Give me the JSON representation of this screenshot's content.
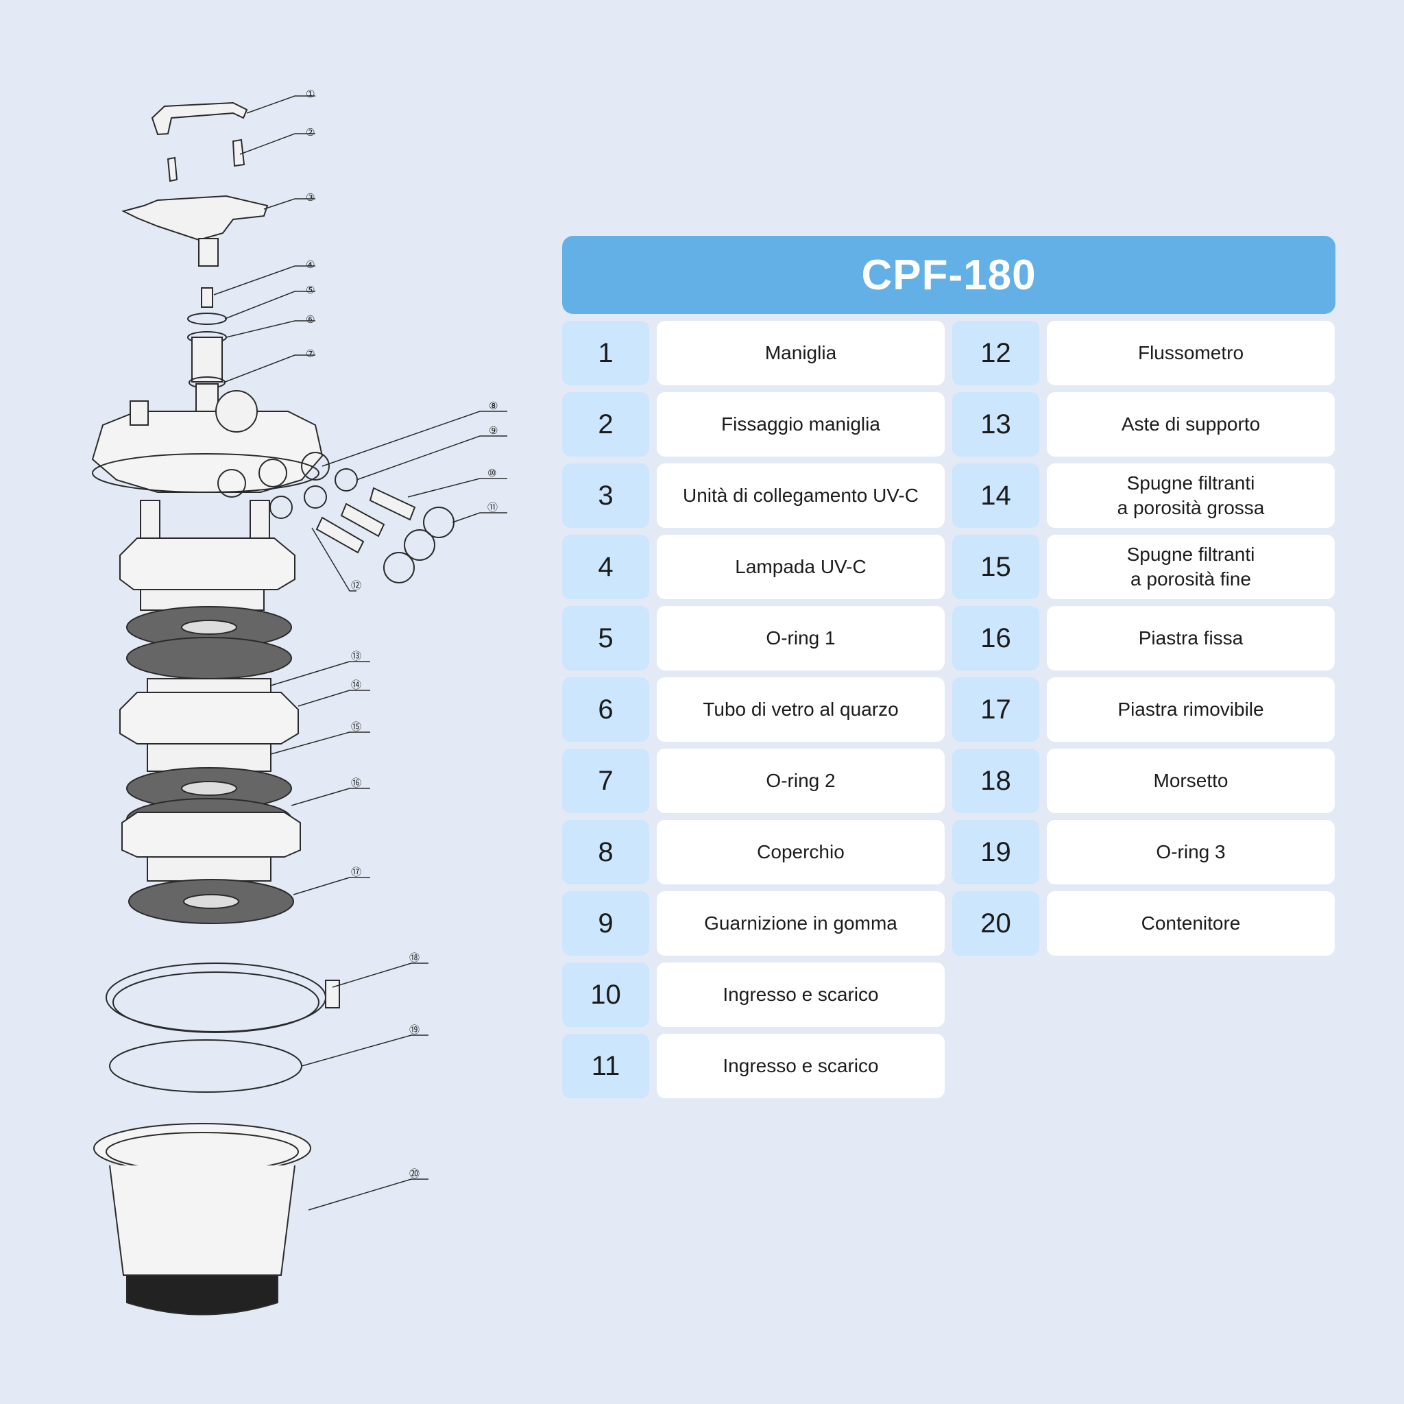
{
  "title": "CPF-180",
  "parts": [
    {
      "num": "1",
      "label": "Maniglia"
    },
    {
      "num": "2",
      "label": "Fissaggio maniglia"
    },
    {
      "num": "3",
      "label": "Unità di collegamento UV-C"
    },
    {
      "num": "4",
      "label": "Lampada UV-C"
    },
    {
      "num": "5",
      "label": "O-ring 1"
    },
    {
      "num": "6",
      "label": "Tubo di vetro al quarzo"
    },
    {
      "num": "7",
      "label": "O-ring 2"
    },
    {
      "num": "8",
      "label": "Coperchio"
    },
    {
      "num": "9",
      "label": "Guarnizione in gomma"
    },
    {
      "num": "10",
      "label": "Ingresso e scarico"
    },
    {
      "num": "11",
      "label": "Ingresso e scarico"
    },
    {
      "num": "12",
      "label": "Flussometro"
    },
    {
      "num": "13",
      "label": "Aste di supporto"
    },
    {
      "num": "14",
      "label": "Spugne filtranti\na porosità grossa"
    },
    {
      "num": "15",
      "label": "Spugne filtranti\na porosità fine"
    },
    {
      "num": "16",
      "label": "Piastra fissa"
    },
    {
      "num": "17",
      "label": "Piastra rimovibile"
    },
    {
      "num": "18",
      "label": "Morsetto"
    },
    {
      "num": "19",
      "label": "O-ring 3"
    },
    {
      "num": "20",
      "label": "Contenitore"
    }
  ],
  "diagram": {
    "callouts": [
      "①",
      "②",
      "③",
      "④",
      "⑤",
      "⑥",
      "⑦",
      "⑧",
      "⑨",
      "⑩",
      "⑪",
      "⑫",
      "⑬",
      "⑭",
      "⑮",
      "⑯",
      "⑰",
      "⑱",
      "⑲",
      "⑳"
    ]
  },
  "colors": {
    "header": "#63b0e6",
    "number_cell": "#cbe6fd",
    "label_cell": "#ffffff",
    "background": "#e3eaf5"
  }
}
